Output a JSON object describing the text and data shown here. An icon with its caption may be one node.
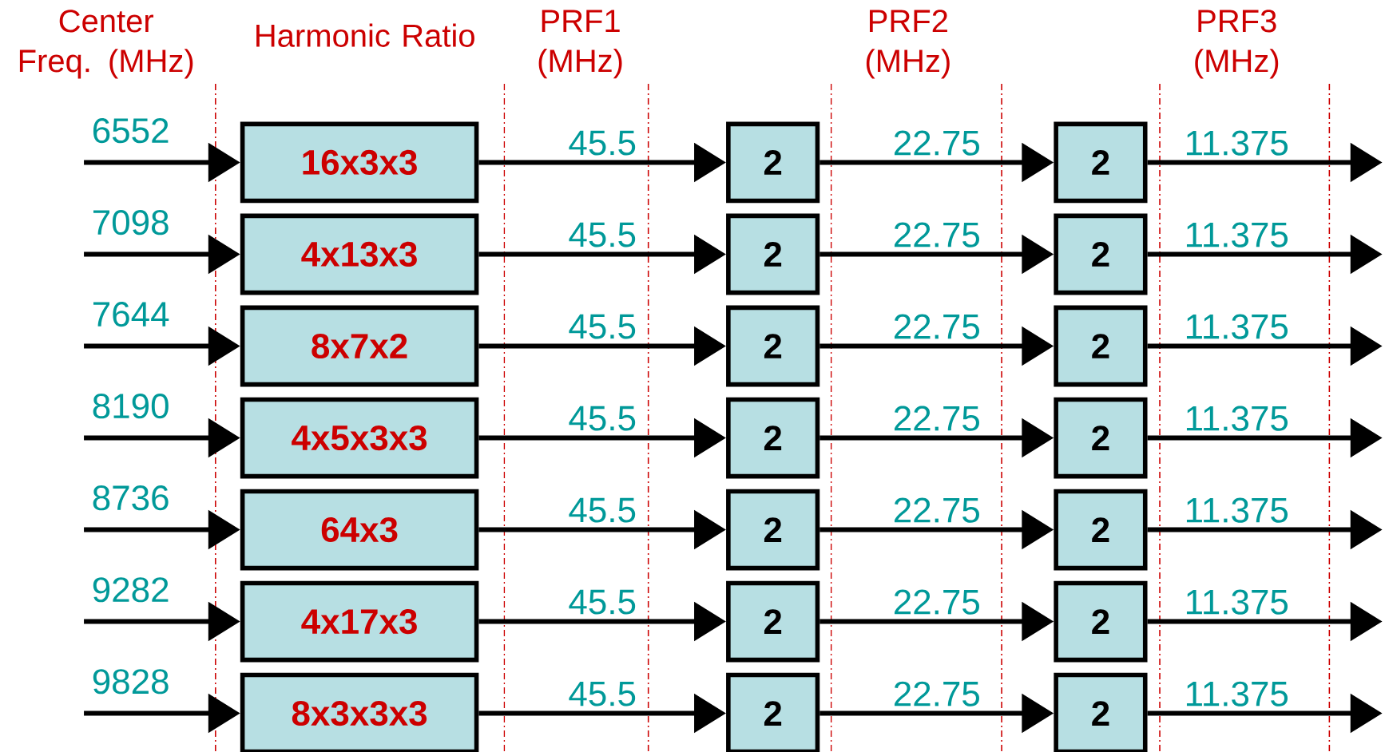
{
  "diagram": {
    "nodes": [
      {
        "text": [
          "16x3x3"
        ]
      },
      {
        "text": [
          "2"
        ]
      },
      {
        "text": [
          "2"
        ]
      },
      {
        "text": [
          "4x13x3"
        ]
      },
      {
        "text": [
          "2"
        ]
      },
      {
        "text": [
          "2"
        ]
      },
      {
        "text": [
          "8x7x2"
        ]
      },
      {
        "text": [
          "2"
        ]
      },
      {
        "text": [
          "2"
        ]
      },
      {
        "text": [
          "4x5x3x3"
        ]
      },
      {
        "text": [
          "2"
        ]
      },
      {
        "text": [
          "2"
        ]
      },
      {
        "text": [
          "64x3"
        ]
      },
      {
        "text": [
          "2"
        ]
      },
      {
        "text": [
          "2"
        ]
      },
      {
        "text": [
          "4x17x3"
        ]
      },
      {
        "text": [
          "2"
        ]
      },
      {
        "text": [
          "2"
        ]
      },
      {
        "text": [
          "8x3x3x3"
        ]
      },
      {
        "text": [
          "2"
        ]
      },
      {
        "text": [
          "2"
        ]
      }
    ],
    "edges": [
      {
        "from": null,
        "to": 0,
        "arrow": "to",
        "label": "6552"
      },
      {
        "from": 0,
        "to": 1,
        "arrow": "to",
        "label": "45.5"
      },
      {
        "from": 1,
        "to": 2,
        "arrow": "to",
        "label": "22.75"
      },
      {
        "from": 2,
        "to": null,
        "arrow": "to",
        "label": "11.375"
      },
      {
        "from": null,
        "to": 3,
        "arrow": "to",
        "label": "7098"
      },
      {
        "from": 3,
        "to": 4,
        "arrow": "to",
        "label": "45.5"
      },
      {
        "from": 4,
        "to": 5,
        "arrow": "to",
        "label": "22.75"
      },
      {
        "from": 5,
        "to": null,
        "arrow": "to",
        "label": "11.375"
      },
      {
        "from": null,
        "to": 6,
        "arrow": "to",
        "label": "7644"
      },
      {
        "from": 6,
        "to": 7,
        "arrow": "to",
        "label": "45.5"
      },
      {
        "from": 7,
        "to": 8,
        "arrow": "to",
        "label": "22.75"
      },
      {
        "from": 8,
        "to": null,
        "arrow": "to",
        "label": "11.375"
      },
      {
        "from": null,
        "to": 9,
        "arrow": "to",
        "label": "8190"
      },
      {
        "from": 9,
        "to": 10,
        "arrow": "to",
        "label": "45.5"
      },
      {
        "from": 10,
        "to": 11,
        "arrow": "to",
        "label": "22.75"
      },
      {
        "from": 11,
        "to": null,
        "arrow": "to",
        "label": "11.375"
      },
      {
        "from": null,
        "to": 12,
        "arrow": "to",
        "label": "8736"
      },
      {
        "from": 12,
        "to": 13,
        "arrow": "to",
        "label": "45.5"
      },
      {
        "from": 13,
        "to": 14,
        "arrow": "to",
        "label": "22.75"
      },
      {
        "from": 14,
        "to": null,
        "arrow": "to",
        "label": "11.375"
      },
      {
        "from": null,
        "to": 15,
        "arrow": "to",
        "label": "9282"
      },
      {
        "from": 15,
        "to": 16,
        "arrow": "to",
        "label": "45.5"
      },
      {
        "from": 16,
        "to": 17,
        "arrow": "to",
        "label": "22.75"
      },
      {
        "from": 17,
        "to": null,
        "arrow": "to",
        "label": "11.375"
      },
      {
        "from": null,
        "to": 18,
        "arrow": "to",
        "label": "9828"
      },
      {
        "from": 18,
        "to": 19,
        "arrow": "to",
        "label": "45.5"
      },
      {
        "from": 19,
        "to": 20,
        "arrow": "to",
        "label": "22.75"
      },
      {
        "from": 20,
        "to": null,
        "arrow": "to",
        "label": "11.375"
      }
    ],
    "labels": [
      "Center Freq. (MHz)",
      "Harmonic Ratio",
      "PRF1 (MHz)",
      "PRF2 (MHz)",
      "PRF3 (MHz)"
    ]
  }
}
